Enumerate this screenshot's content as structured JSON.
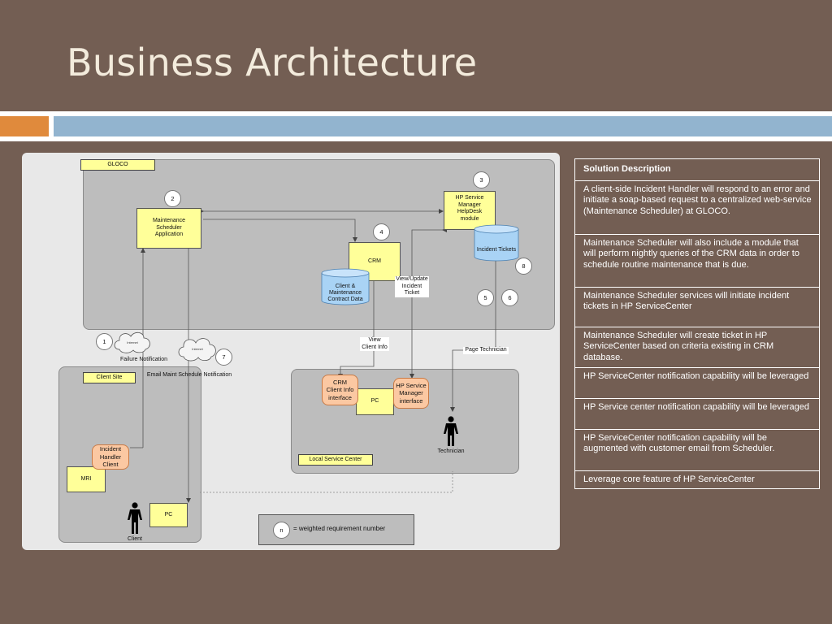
{
  "title": "Business Architecture",
  "diagram": {
    "regions": {
      "gloco": "GLOCO",
      "client_site": "Client Site",
      "local_service_center": "Local Service Center"
    },
    "nodes": {
      "maintenance_scheduler": "Maintenance Scheduler Application",
      "hp_service_manager": "HP Service Manager HelpDesk module",
      "crm": "CRM",
      "client_maintenance_db": "Client & Maintenance Contract Data",
      "incident_tickets_db": "Incident Tickets",
      "crm_client_info_interface": "CRM Client Info interface",
      "pc_service_center": "PC",
      "hp_service_manager_interface": "HP Service Manager interface",
      "incident_handler_client": "Incident Handler Client",
      "mri": "MRI",
      "pc_client": "PC",
      "cloud_1_text": "Internet",
      "cloud_2_text": "Internet"
    },
    "people": {
      "technician": "Technician",
      "client": "Client"
    },
    "labels": {
      "failure_notification": "Failure Notification",
      "email_notification": "Email Maint Schedule Notification",
      "view_client_info": "View Client Info",
      "view_update_ticket": "View/Update Incident Ticket",
      "page_technician": "Page Technician"
    },
    "numbers": {
      "n1": "1",
      "n2": "2",
      "n3": "3",
      "n4": "4",
      "n5": "5",
      "n6": "6",
      "n7": "7",
      "n8": "8"
    },
    "legend": {
      "symbol": "n",
      "text": "= weighted requirement number"
    }
  },
  "table": {
    "header": "Solution Description",
    "rows": [
      "A client-side Incident Handler will respond to an error and initiate a soap-based request to a centralized web-service (Maintenance Scheduler) at GLOCO.",
      "Maintenance Scheduler will also include a module that will perform nightly queries of the CRM data in order to schedule routine maintenance that is due.",
      "Maintenance Scheduler services will initiate incident tickets in HP ServiceCenter",
      "Maintenance Scheduler will create ticket in HP ServiceCenter based on criteria existing in CRM database.",
      "HP ServiceCenter notification capability will be leveraged",
      "HP Service center notification capability will be leveraged",
      "HP ServiceCenter notification capability will be augmented with customer email from Scheduler.",
      "Leverage core feature of HP ServiceCenter"
    ]
  },
  "colors": {
    "background": "#735e53",
    "title_text": "#f3ebdc",
    "accent_orange": "#e08a3c",
    "accent_blue": "#92b4cf",
    "box_yellow": "#ffff99",
    "box_orange": "#fbc8a2",
    "db_blue": "#a9d3f5"
  }
}
